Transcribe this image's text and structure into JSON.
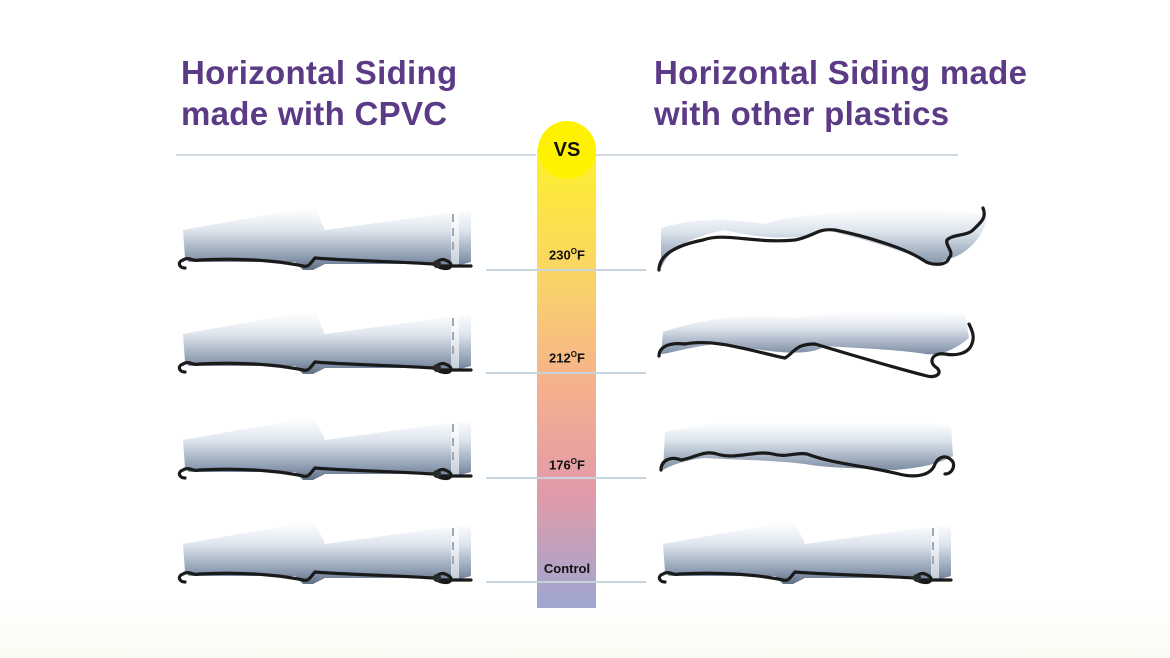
{
  "left_heading": {
    "line1": "Horizontal Siding",
    "line2": "made with CPVC"
  },
  "right_heading": {
    "line1": "Horizontal Siding made",
    "line2": "with other plastics"
  },
  "vs_label": "VS",
  "temperatures": [
    {
      "value": "230",
      "unit": "F",
      "sup": "O"
    },
    {
      "value": "212",
      "unit": "F",
      "sup": "O"
    },
    {
      "value": "176",
      "unit": "F",
      "sup": "O"
    },
    {
      "value": "Control",
      "unit": "",
      "sup": ""
    }
  ],
  "colors": {
    "heading": "#5b3a86",
    "vs_yellow": "#fff200",
    "thermo_top": "#fff12a",
    "thermo_mid": "#f6b08e",
    "thermo_low": "#e19aa8",
    "thermo_bottom": "#9ea7d2",
    "siding_light": "#f4f7fa",
    "siding_dark": "#6f8096",
    "outline": "#1a1a1a"
  },
  "icons": {
    "panel_cpvc": "siding-panel-straight-icon",
    "panel_other": "siding-panel-warped-icon"
  }
}
